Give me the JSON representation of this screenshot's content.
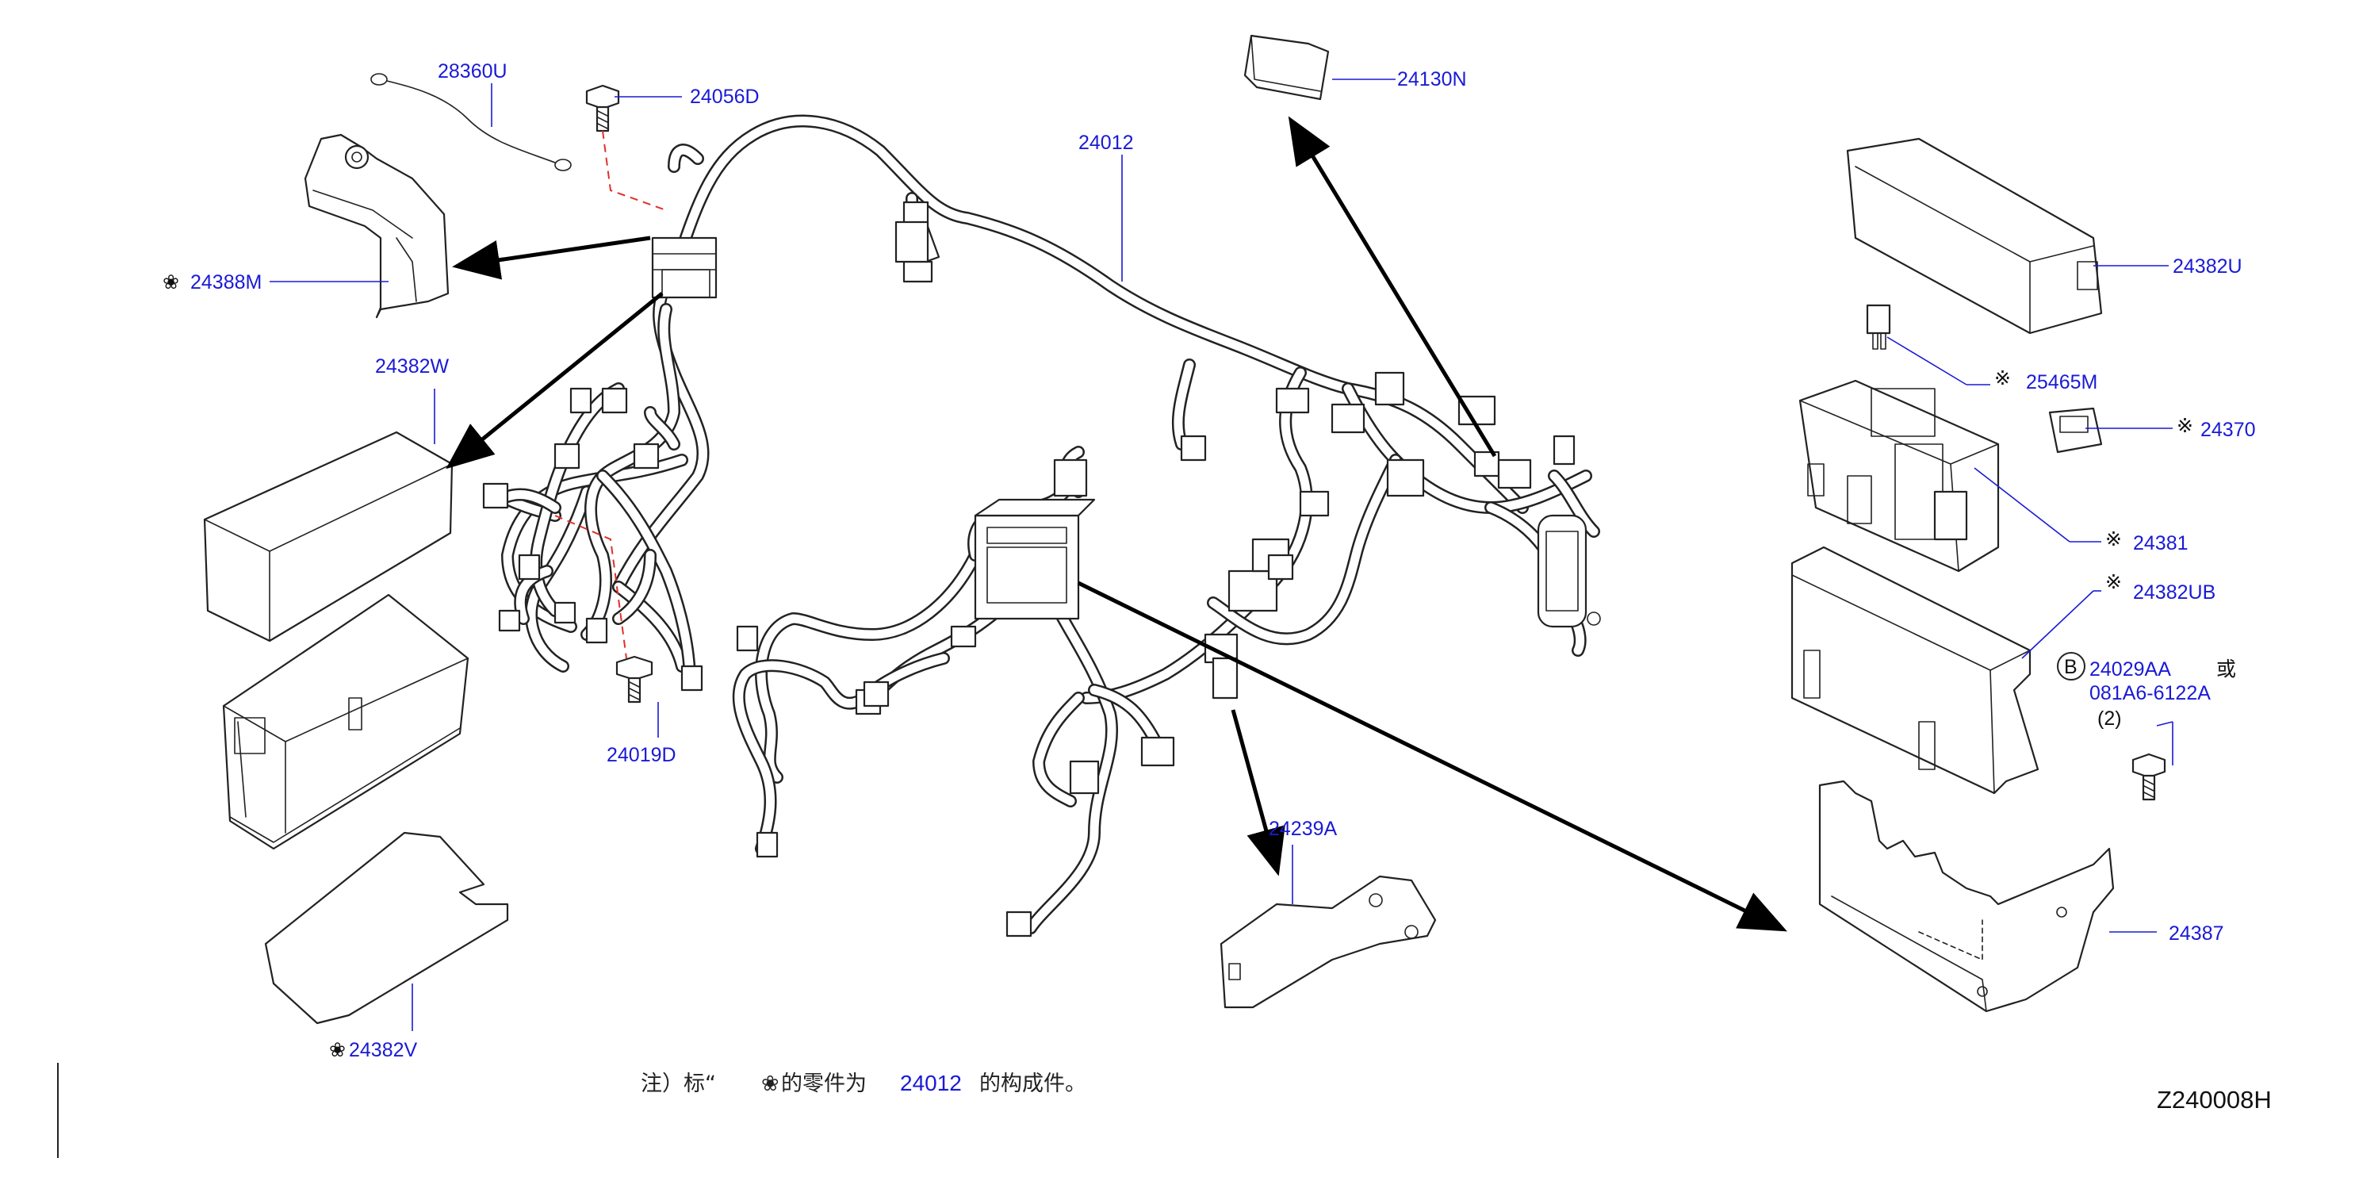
{
  "diagram_code": "Z240008H",
  "note": {
    "prefix": "注）标“",
    "mark": "❀",
    "middle": "的零件为",
    "part": "24012",
    "suffix": "的构成件。"
  },
  "labels": {
    "p28360U": "28360U",
    "p24056D": "24056D",
    "p24130N": "24130N",
    "p24012": "24012",
    "p24388M": "24388M",
    "p24382W": "24382W",
    "p24019D": "24019D",
    "p24239A": "24239A",
    "p24382V": "24382V",
    "p24382U": "24382U",
    "p25465M": "25465M",
    "p24370": "24370",
    "p24381": "24381",
    "p24382UB": "24382UB",
    "p24029AA": "24029AA",
    "or_text": "或",
    "p081A6": "081A6-6122A",
    "qty": "(2)",
    "p24387": "24387",
    "circle_b": "B"
  },
  "marks": {
    "flower": "❀",
    "ref": "※"
  }
}
